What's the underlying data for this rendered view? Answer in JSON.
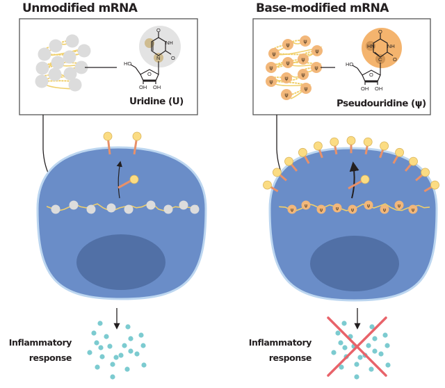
{
  "panels": [
    {
      "title": "Unmodified mRNA",
      "nucleoside_label": "Uridine (U)",
      "atoms": {
        "o_top": "O",
        "nh_right": "NH",
        "o_right": "O",
        "n_ring": "N",
        "ho": "HO",
        "o_sugar": "O",
        "oh1": "OH",
        "oh2": "OH"
      },
      "response_label_line1": "Inflammatory",
      "response_label_line2": "response",
      "receptor_count": 2,
      "response_blocked": false
    },
    {
      "title": "Base-modified mRNA",
      "nucleoside_label": "Pseudouridine (ψ)",
      "atoms": {
        "o_top": "O",
        "hn_left": "HN",
        "nh_right": "NH",
        "o_right": "O",
        "c_ring": "C",
        "ho": "HO",
        "o_sugar": "O",
        "oh1": "OH",
        "oh2": "OH"
      },
      "psi_symbol": "ψ",
      "response_label_line1": "Inflammatory",
      "response_label_line2": "response",
      "receptor_count": 13,
      "response_blocked": true
    }
  ],
  "colors": {
    "cell": "#6a8dc8",
    "cell_edge": "#bcd6f0",
    "nucleus": "#5170a6",
    "uridine_bead": "#dcdcdc",
    "uridine_highlight": "#e3e3e3",
    "uridine_accent": "#c9b27a",
    "psi_bead": "#f2b77a",
    "psi_highlight": "#f4b46e",
    "psi_accent": "#c98d4f",
    "strand": "#f0cf6a",
    "receptor_head": "#fbdc83",
    "receptor_stalk": "#e8916a",
    "cytokine": "#7ccbd0",
    "cross": "#e8636a"
  }
}
